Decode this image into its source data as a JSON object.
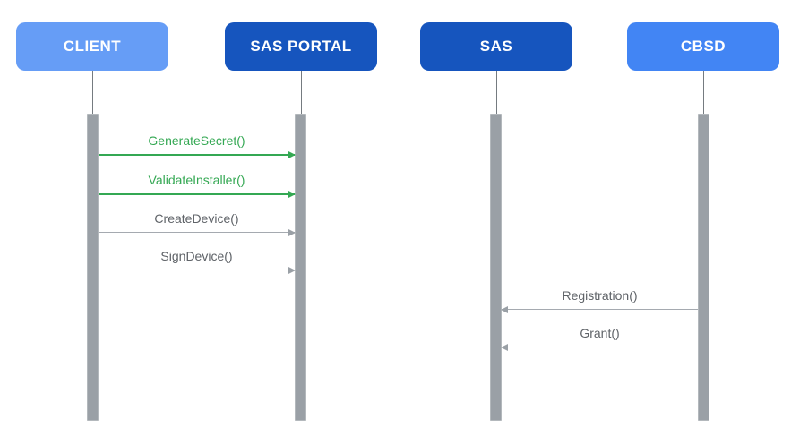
{
  "diagram": {
    "type": "sequence-diagram",
    "background": "#FFFFFF",
    "actors": [
      {
        "label": "CLIENT",
        "color": "#669DF6"
      },
      {
        "label": "SAS PORTAL",
        "color": "#1655BE"
      },
      {
        "label": "SAS",
        "color": "#1655BE"
      },
      {
        "label": "CBSD",
        "color": "#4285F4"
      }
    ],
    "messages": [
      {
        "label": "GenerateSecret()",
        "from": "CLIENT",
        "to": "SAS PORTAL",
        "direction": "right",
        "color": "#34A853"
      },
      {
        "label": "ValidateInstaller()",
        "from": "CLIENT",
        "to": "SAS PORTAL",
        "direction": "right",
        "color": "#34A853"
      },
      {
        "label": "CreateDevice()",
        "from": "CLIENT",
        "to": "SAS PORTAL",
        "direction": "right",
        "color": "#5F6368"
      },
      {
        "label": "SignDevice()",
        "from": "CLIENT",
        "to": "SAS PORTAL",
        "direction": "right",
        "color": "#5F6368"
      },
      {
        "label": "Registration()",
        "from": "CBSD",
        "to": "SAS",
        "direction": "left",
        "color": "#5F6368"
      },
      {
        "label": "Grant()",
        "from": "CBSD",
        "to": "SAS",
        "direction": "left",
        "color": "#5F6368"
      }
    ],
    "colors": {
      "actor_light_blue": "#669DF6",
      "actor_dark_blue": "#1655BE",
      "actor_medium_blue": "#4285F4",
      "activation_bar_gray": "#9AA0A6",
      "lifeline_stem_gray": "#757B80",
      "message_green": "#34A853",
      "message_gray_text": "#5F6368",
      "message_gray_line": "#A5AAB0"
    }
  }
}
